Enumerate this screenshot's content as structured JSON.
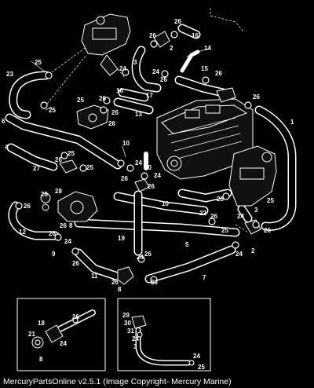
{
  "callouts": {
    "c1": "1",
    "c2a": "2",
    "c2b": "2",
    "c3a": "3",
    "c3b": "3",
    "c3c": "3",
    "c4": "4",
    "c5": "5",
    "c6": "6",
    "c7": "7",
    "c8a": "8",
    "c8b": "8",
    "c9": "9",
    "c10": "10",
    "c11": "11",
    "c12": "12",
    "c13": "13",
    "c14": "14",
    "c15": "15",
    "c16a": "16",
    "c16b": "16",
    "c17": "17",
    "c18": "18",
    "c19": "19",
    "c20": "20",
    "c21": "21",
    "c22": "22",
    "c23": "23",
    "c24a": "24",
    "c24b": "24",
    "c24c": "24",
    "c24d": "24",
    "c24e": "24",
    "c24f": "24",
    "c24g": "24",
    "c24h": "24",
    "c24i": "24",
    "c25a": "25",
    "c25b": "25",
    "c25c": "25",
    "c25d": "25",
    "c25e": "25",
    "c25f": "25",
    "c25g": "25",
    "c25h": "25",
    "c25i": "25",
    "c26a": "26",
    "c26b": "26",
    "c26c": "26",
    "c26d": "26",
    "c26e": "26",
    "c26f": "26",
    "c26g": "26",
    "c26h": "26",
    "c26i": "26",
    "c26j": "26",
    "c26k": "26",
    "c26l": "26",
    "c26m": "26",
    "c26n": "26",
    "c26o": "26",
    "c26p": "26",
    "c26q": "26",
    "c26r": "26",
    "c26s": "26",
    "c27": "27",
    "c28": "28",
    "c29": "29",
    "c30": "30",
    "c31": "31"
  },
  "footer": {
    "copyright": "MercuryPartsOnline v2.5.1 (Image Copyright- Mercury Marine)"
  },
  "colors": {
    "background": "#000000",
    "linework": "#ffffff"
  }
}
